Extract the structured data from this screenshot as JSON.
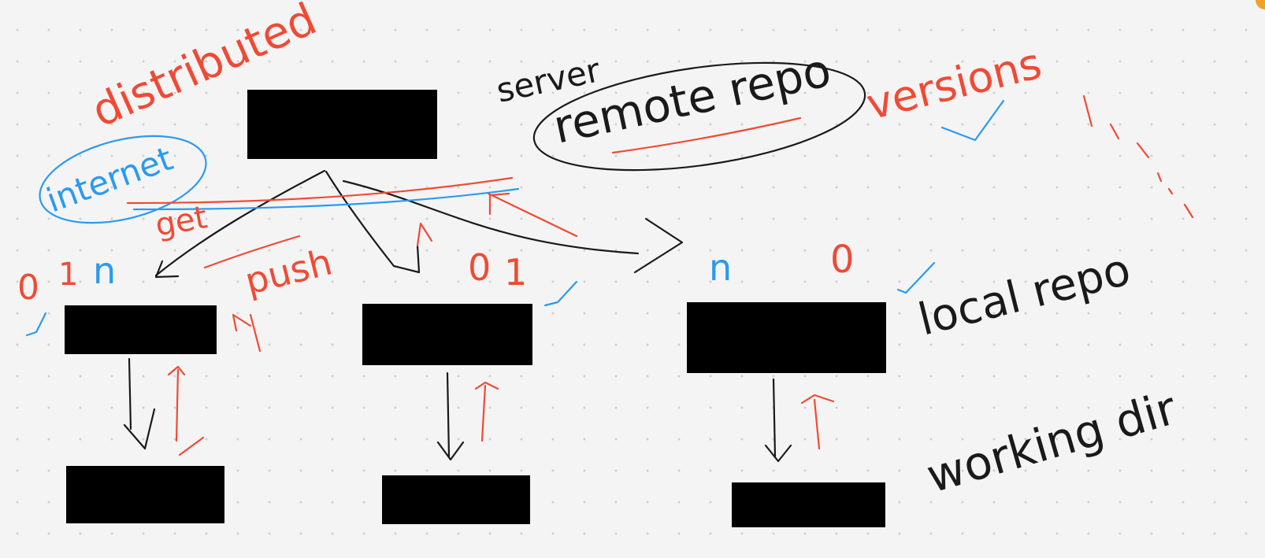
{
  "colors": {
    "background": "#f4f4f4",
    "grid_dot": "#cfcfcf",
    "ink_black": "#1a1a1a",
    "ink_red": "#f04a35",
    "ink_blue": "#2a9af0",
    "box_fill": "#000000"
  },
  "labels": {
    "distributed": "distributed",
    "server": "server",
    "remote_repo": "remote repo",
    "versions": "versions",
    "internet": "internet",
    "get": "get",
    "push": "push",
    "local_repo": "local repo",
    "working_dir": "working dir",
    "v0_left": "0",
    "v1_left": "1",
    "vn_left": "n",
    "v0_mid": "0",
    "v1_mid": "1",
    "vn_right": "n",
    "v0_right": "0"
  }
}
